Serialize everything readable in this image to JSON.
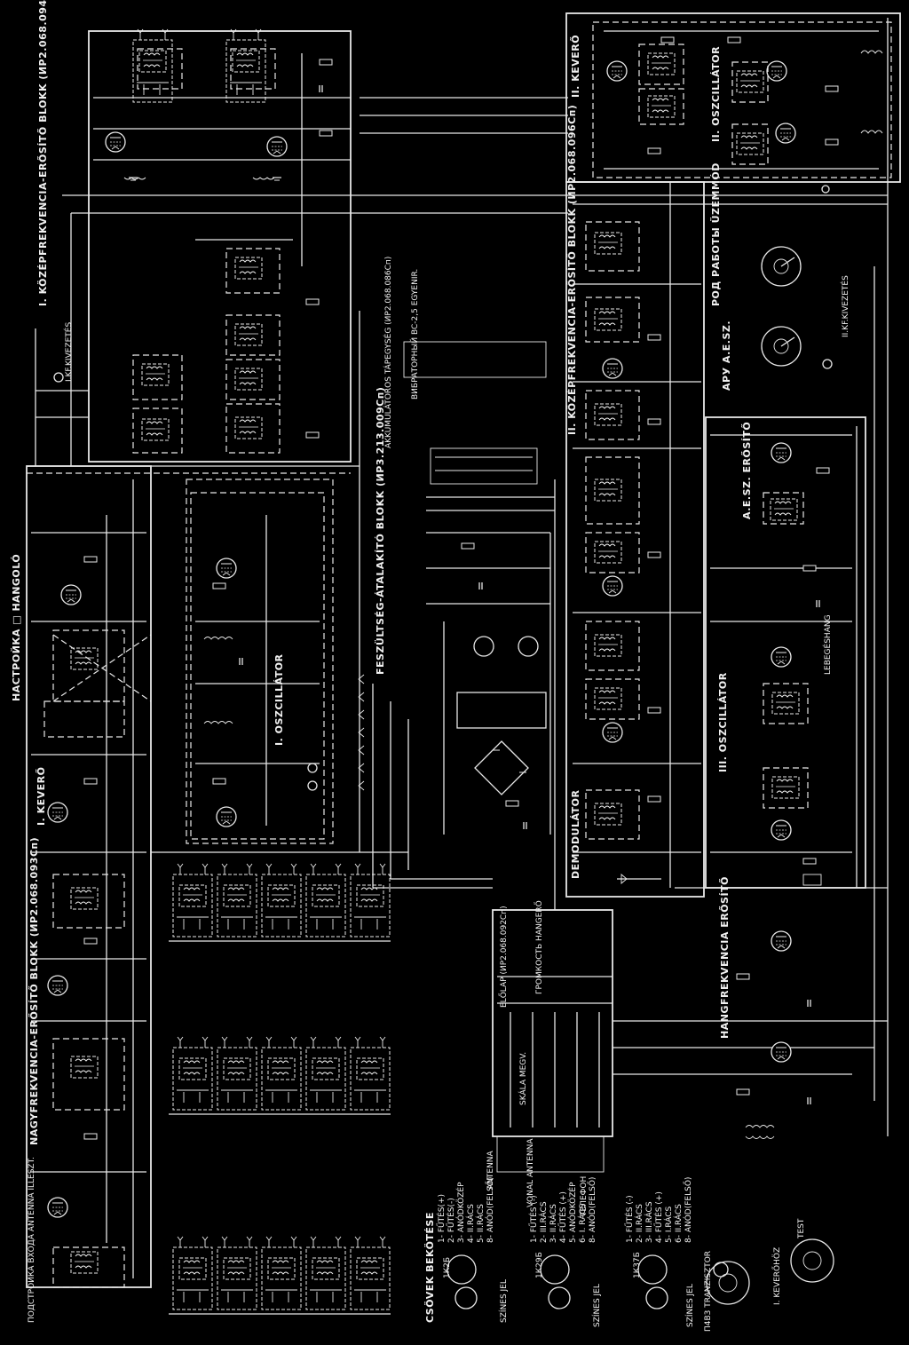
{
  "blocks": {
    "if1": "I. KÖZÉPFREKVENCIA-ERŐSÍTŐ BLOKK (ИР2.068.094Сп)",
    "rf": "NAGYFREKVENCIA-ERŐSÍTŐ BLOKK (ИР2.068.093Сп)",
    "power": "FESZÜLTSÉG-ÁTALAKÍTÓ BLOKK (ИР3.213.009Сп)",
    "accu": "AKKUMULÁTOROS TÁPEGYSÉG (ИР2.068.086Сп)",
    "if2": "II. KÖZÉPFREKVENCIA-ERŐSÍTŐ BLOKK (ИР2.068.096Сп)",
    "osc1": "I. OSZCILLÁTOR",
    "mixer1": "I. KEVERŐ",
    "mixer2": "II. KEVERŐ",
    "osc2": "II. OSZCILLÁTOR",
    "osc3": "III. OSZCILLÁTOR",
    "demod": "DEMODULÁTOR",
    "af": "HANGFREKVENCIA ERŐSÍTŐ",
    "aesz": "A.E.SZ. ERŐSÍTŐ",
    "front": "ELŐLAP (ИР2.068.092Сп)"
  },
  "labels": {
    "tuning": "НАСТРОЙКА □ HANGOLÓ",
    "antenna_tuning": "ПОДСТРОЙКА ВХОДА ANTENNA ILLESZT.",
    "mode_switch": "РОД РАБОТЫ ÜZEMMÓD",
    "agc": "АРУ A.E.SZ.",
    "if2_out": "II.KF.KIVEZETÉS",
    "if1_out": "I.KF.KIVEZETÉS",
    "tubes_title": "CSÖVEK BEKÖTÉSE",
    "tube_1k2b": "1К2Б",
    "tube_1k29b": "1К29Б",
    "tube_1k37b": "1К37Б",
    "transistor": "П4В3 TRANZISZTOR",
    "color_code": "SZÍNES JEL",
    "line_antenna": "VONAL ANTENNA",
    "antenna": "ANTENNA",
    "test": "TEST",
    "mixer_to": "I. KEVERŐHÖZ",
    "volume": "ГРОМКОСТЬ HANGERŐ",
    "smoothing": "LEBEGÉSHANG",
    "scale_light": "SKÁLA MEGV.",
    "power_supply": "ТЕЛЕФОН",
    "accu_inputs": "ВИБРАТОРНЫЙ BC-2,5 EGYENIR."
  },
  "pin_legends": {
    "k2b": [
      "1- FŰTÉS(+)",
      "2- FŰTÉS(-)",
      "3- ANÓDKÖZÉP",
      "4- II.RÁCS",
      "5- II.RÁCS",
      "8- ANÓD(FELSŐ)"
    ],
    "k29b": [
      "1- FŰTÉS (-)",
      "2- III.RÁCS",
      "3- II.RÁCS",
      "4- FŰTÉS (+)",
      "5- ANÓDKÖZÉP",
      "6- I. RÁCS",
      "8- ANÓD(FELSŐ)"
    ],
    "k37b": [
      "1- FŰTÉS (-)",
      "2- II.RÁCS",
      "3- III.RÁCS",
      "4- FŰTÉS (+)",
      "5- I.RÁCS",
      "6- II.RÁCS",
      "8- ANÓD(FELSŐ)"
    ]
  }
}
